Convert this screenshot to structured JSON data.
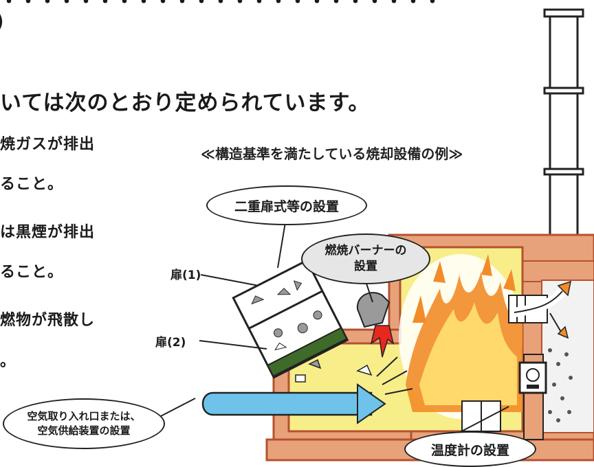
{
  "header": {
    "top_fragment": "・・・・・・・・・・・・・・・・・・・・・・・",
    "paren": ")",
    "main_text": "いては次のとおり定められています。"
  },
  "body_lines": [
    "焼ガスが排出",
    "ること。",
    "は黒煙が排出",
    "ること。",
    "燃物が飛散し",
    "。"
  ],
  "diagram": {
    "title": "≪構造基準を満たしている焼却設備の例≫",
    "callouts": {
      "double_door": "二重扉式等の設置",
      "burner": [
        "燃焼バーナーの",
        "設置"
      ],
      "air_intake": [
        "空気取り入れ口または、",
        "空気供給装置の設置"
      ],
      "thermometer": "温度計の設置"
    },
    "door_labels": {
      "door1": "扉(1)",
      "door2": "扉(2)"
    }
  },
  "colors": {
    "wall": "#e8a27a",
    "wall_edge": "#b5512f",
    "chamber": "#f7ee8a",
    "flame": "#f28c28",
    "flame_light": "#ffd96b",
    "air": "#6fc3ea",
    "smoke": "#9a9a9a",
    "green_grate": "#3f6b2a",
    "burner_flame": "#e8271f"
  }
}
